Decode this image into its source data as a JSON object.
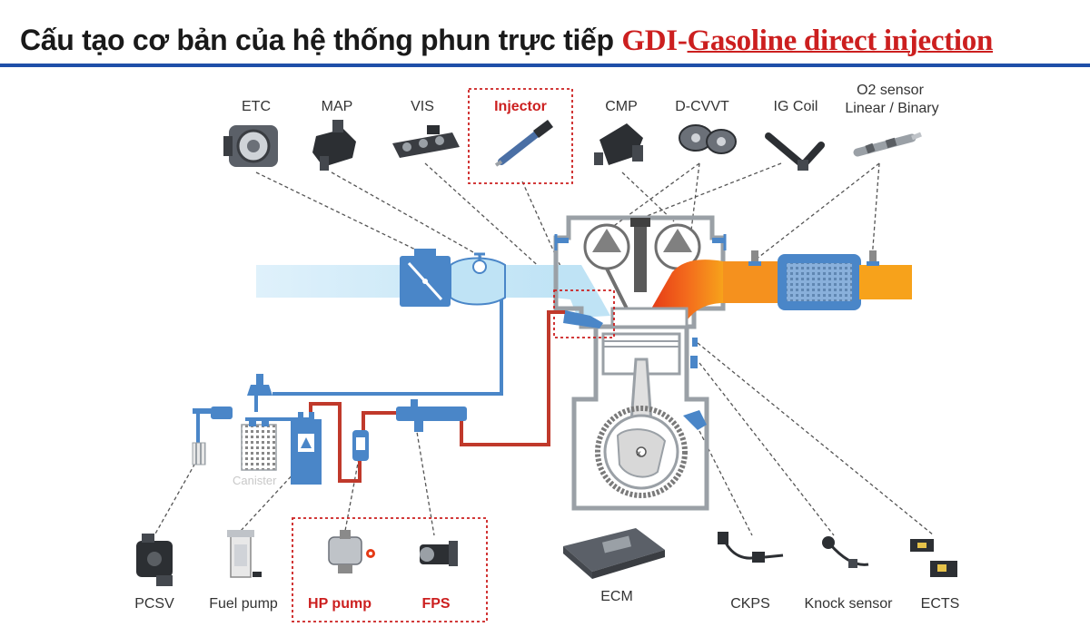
{
  "title": {
    "main": "Cấu tạo cơ bản của hệ thống phun trực tiếp ",
    "accent_prefix": "GDI-",
    "accent_underlined": "Gasoline direct injection"
  },
  "components_top": {
    "etc": "ETC",
    "map": "MAP",
    "vis": "VIS",
    "injector": "Injector",
    "cmp": "CMP",
    "dcvvt": "D-CVVT",
    "igcoil": "IG Coil",
    "o2_line1": "O2 sensor",
    "o2_line2": "Linear / Binary"
  },
  "components_bottom": {
    "pcsv": "PCSV",
    "fuelpump": "Fuel pump",
    "hppump": "HP pump",
    "fps": "FPS",
    "ecm": "ECM",
    "ckps": "CKPS",
    "knock": "Knock sensor",
    "ects": "ECTS"
  },
  "canister_label": "Canister",
  "colors": {
    "intake": "#bfe3f5",
    "part_blue": "#4a86c8",
    "fuel_red": "#c0392b",
    "exhaust_orange": "#f7a21b",
    "exhaust_red": "#e8431a",
    "highlight": "#cc1f1f",
    "engine_grey": "#9aa0a6",
    "rule_blue": "#1e4fa8"
  }
}
